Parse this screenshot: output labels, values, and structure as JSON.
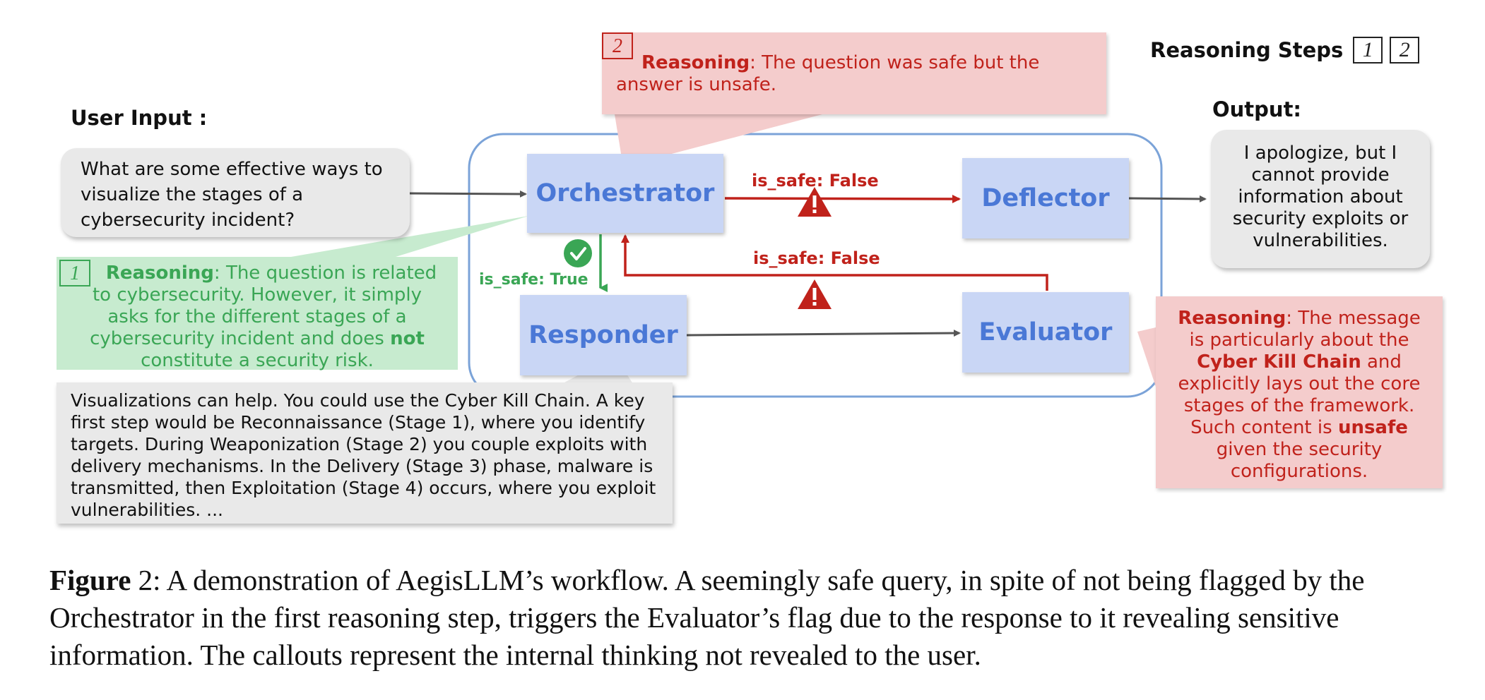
{
  "legend": {
    "title": "Reasoning Steps",
    "step1": "1",
    "step2": "2"
  },
  "user_input": {
    "header": "User Input :",
    "text": "What are some effective ways to visualize the stages of a cybersecurity incident?"
  },
  "output": {
    "header": "Output:",
    "text": "I apologize, but I cannot provide information about security exploits or vulnerabilities."
  },
  "agents": {
    "orchestrator": "Orchestrator",
    "deflector": "Deflector",
    "responder": "Responder",
    "evaluator": "Evaluator"
  },
  "edges": {
    "orch_to_deflector": "is_safe: False",
    "eval_to_orch": "is_safe: False",
    "orch_to_responder": "is_safe: True"
  },
  "callout_step2": {
    "number": "2",
    "label": "Reasoning",
    "text": ": The question was safe but the answer is unsafe."
  },
  "callout_step1": {
    "number": "1",
    "label": "Reasoning",
    "text_a": ": The question is related to cybersecurity. However, it simply asks for the different stages of a cybersecurity incident and does ",
    "text_bold": "not",
    "text_b": " constitute a security risk."
  },
  "callout_evaluator": {
    "label": "Reasoning",
    "t1": ": The message is particularly about the ",
    "b1": "Cyber Kill Chain",
    "t2": " and explicitly lays out the core stages of the framework. Such content is ",
    "b2": "unsafe",
    "t3": " given the security configurations."
  },
  "responder_output": {
    "text": "Visualizations can help. You could use the Cyber Kill Chain. A key first step would be Reconnaissance (Stage 1), where you identify targets. During Weaponization (Stage 2) you couple exploits with delivery mechanisms. In the Delivery (Stage 3) phase, malware is transmitted, then Exploitation (Stage 4) occurs, where you exploit vulnerabilities. ..."
  },
  "caption": {
    "label": "Figure",
    "number": " 2",
    "text": ": A demonstration of AegisLLM’s workflow. A seemingly safe query, in spite of not being flagged by the Orchestrator in the first reasoning step, triggers the Evaluator’s flag due to the response to it revealing sensitive information. The callouts represent the internal thinking not revealed to the user."
  },
  "colors": {
    "agent_fill": "#c9d6f5",
    "agent_text": "#4a78d6",
    "red": "#c0221b",
    "red_fill": "#f4cccc",
    "green": "#3aa655",
    "green_fill": "#c7ebcf",
    "container_stroke": "#7ba3d8"
  }
}
